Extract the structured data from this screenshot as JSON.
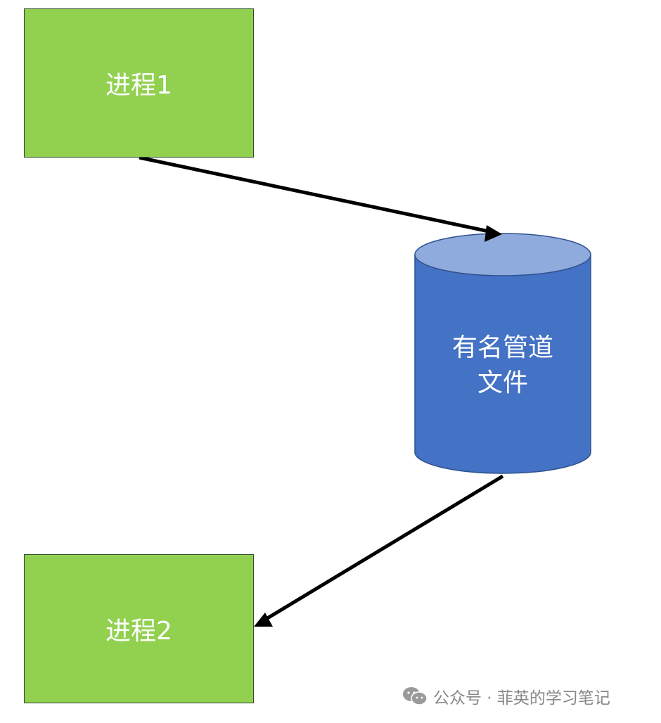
{
  "colors": {
    "process_fill": "#92d050",
    "cylinder_body": "#4472c4",
    "cylinder_top": "#8faadc",
    "cylinder_stroke": "#2f528f",
    "arrow": "#000000",
    "label_text": "#ffffff",
    "watermark_text": "#888888"
  },
  "nodes": {
    "process1": {
      "label": "进程1"
    },
    "process2": {
      "label": "进程2"
    },
    "pipe_file": {
      "line1": "有名管道",
      "line2": "文件"
    }
  },
  "edges": [
    {
      "from": "process1",
      "to": "pipe_file"
    },
    {
      "from": "pipe_file",
      "to": "process2"
    }
  ],
  "watermark": {
    "icon": "wechat-icon",
    "text": "公众号 · 菲英的学习笔记"
  }
}
